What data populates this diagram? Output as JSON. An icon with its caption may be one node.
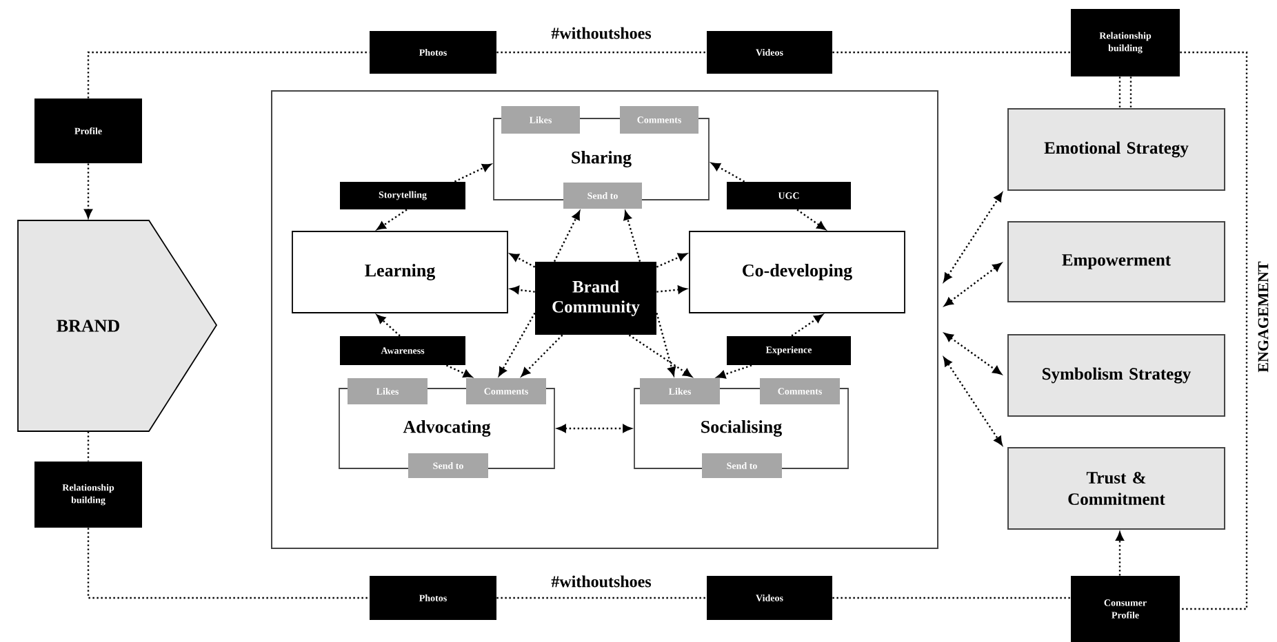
{
  "diagram": {
    "nodes": [
      {
        "text": [
          "Photos"
        ]
      },
      {
        "text": [
          "Videos"
        ]
      },
      {
        "text": [
          "Relationship building"
        ]
      },
      {
        "text": [
          "Profile"
        ]
      },
      {
        "text": [
          "BRAND"
        ]
      },
      {
        "text": [
          "Relationship building"
        ]
      },
      {
        "text": [],
        "shape": "box"
      },
      {
        "text": [
          "Sharing"
        ],
        "in": 6
      },
      {
        "text": [
          "Likes"
        ],
        "in": 6
      },
      {
        "text": [
          "Comments"
        ],
        "in": 6
      },
      {
        "text": [
          "Send to"
        ],
        "in": 6
      },
      {
        "text": [
          "Storytelling"
        ],
        "in": 6
      },
      {
        "text": [
          "UGC"
        ],
        "in": 6
      },
      {
        "text": [
          "Learning"
        ],
        "in": 6
      },
      {
        "text": [
          "Brand Community"
        ],
        "in": 6
      },
      {
        "text": [
          "Co-developing"
        ],
        "in": 6
      },
      {
        "text": [
          "Awareness"
        ],
        "in": 6
      },
      {
        "text": [
          "Experience"
        ],
        "in": 6
      },
      {
        "text": [
          "Advocating"
        ],
        "in": 6
      },
      {
        "text": [
          "Likes"
        ],
        "in": 6
      },
      {
        "text": [
          "Comments"
        ],
        "in": 6
      },
      {
        "text": [
          "Send to"
        ],
        "in": 6
      },
      {
        "text": [
          "Socialising"
        ],
        "in": 6
      },
      {
        "text": [
          "Likes"
        ],
        "in": 6
      },
      {
        "text": [
          "Comments"
        ],
        "in": 6
      },
      {
        "text": [
          "Send to"
        ],
        "in": 6
      },
      {
        "text": [
          "Emotional Strategy"
        ]
      },
      {
        "text": [
          "Empowerment"
        ]
      },
      {
        "text": [
          "Symbolism Strategy"
        ]
      },
      {
        "text": [
          "Trust & Commitment"
        ]
      },
      {
        "text": [
          "Photos"
        ]
      },
      {
        "text": [
          "Videos"
        ]
      },
      {
        "text": [
          "Consumer Profile"
        ]
      }
    ],
    "edges": [
      {
        "from": 3,
        "to": 0,
        "arrow": "none"
      },
      {
        "from": 0,
        "to": 1,
        "arrow": "none",
        "label": "#withoutshoes"
      },
      {
        "from": 1,
        "to": 2,
        "arrow": "none"
      },
      {
        "from": 2,
        "to": 32,
        "arrow": "none"
      },
      {
        "from": 2,
        "to": 26,
        "arrow": "none"
      },
      {
        "from": 3,
        "to": 4,
        "arrow": "to"
      },
      {
        "from": 4,
        "to": 5,
        "arrow": "none"
      },
      {
        "from": 5,
        "to": 30,
        "arrow": "none"
      },
      {
        "from": 30,
        "to": 31,
        "arrow": "none",
        "label": "#withoutshoes"
      },
      {
        "from": 31,
        "to": 32,
        "arrow": "none"
      },
      {
        "from": 32,
        "to": 29,
        "arrow": "to"
      },
      {
        "from": 11,
        "to": 7,
        "arrow": "to"
      },
      {
        "from": 11,
        "to": 13,
        "arrow": "to"
      },
      {
        "from": 12,
        "to": 7,
        "arrow": "to"
      },
      {
        "from": 12,
        "to": 15,
        "arrow": "to"
      },
      {
        "from": 16,
        "to": 13,
        "arrow": "to"
      },
      {
        "from": 16,
        "to": 20,
        "arrow": "to"
      },
      {
        "from": 17,
        "to": 15,
        "arrow": "to"
      },
      {
        "from": 17,
        "to": 23,
        "arrow": "to"
      },
      {
        "from": 14,
        "to": 10,
        "arrow": "to"
      },
      {
        "from": 14,
        "to": 10,
        "arrow": "to"
      },
      {
        "from": 14,
        "to": 13,
        "arrow": "to"
      },
      {
        "from": 14,
        "to": 13,
        "arrow": "to"
      },
      {
        "from": 14,
        "to": 15,
        "arrow": "to"
      },
      {
        "from": 14,
        "to": 15,
        "arrow": "to"
      },
      {
        "from": 14,
        "to": 20,
        "arrow": "to"
      },
      {
        "from": 14,
        "to": 20,
        "arrow": "to"
      },
      {
        "from": 14,
        "to": 23,
        "arrow": "to"
      },
      {
        "from": 14,
        "to": 23,
        "arrow": "to"
      },
      {
        "from": 18,
        "to": 22,
        "arrow": "both"
      },
      {
        "from": 6,
        "to": 26,
        "arrow": "both"
      },
      {
        "from": 6,
        "to": 27,
        "arrow": "both"
      },
      {
        "from": 6,
        "to": 28,
        "arrow": "both"
      },
      {
        "from": 6,
        "to": 29,
        "arrow": "both"
      }
    ],
    "labels": [
      "ENGAGEMENT"
    ]
  }
}
